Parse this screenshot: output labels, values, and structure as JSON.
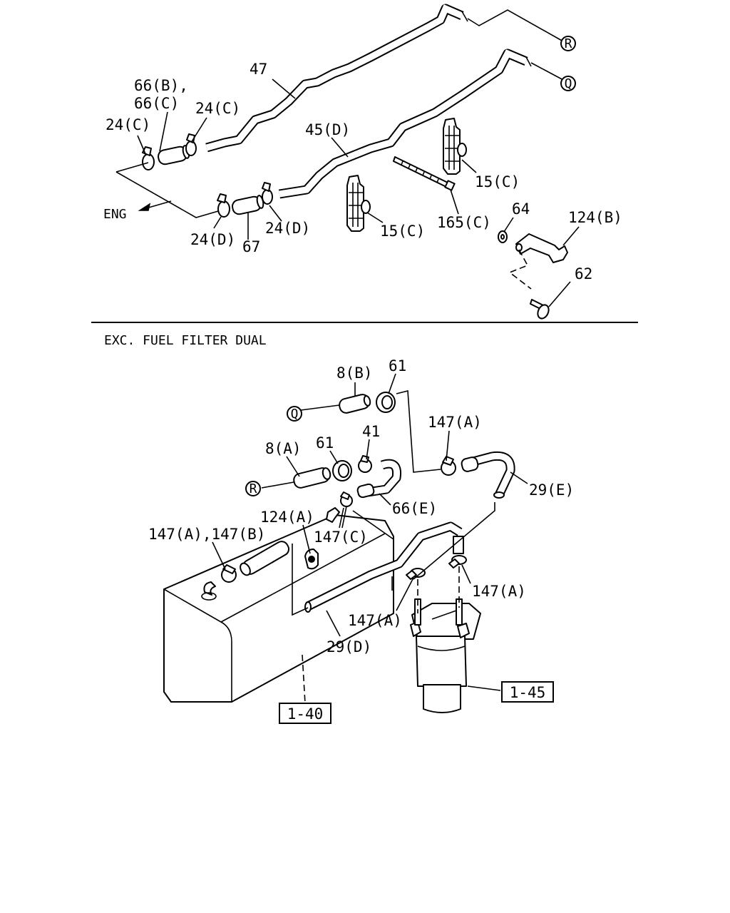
{
  "section_title": "EXC. FUEL FILTER DUAL",
  "top_labels": {
    "l_47": "47",
    "l_66bc_1": "66(B),",
    "l_66bc_2": "66(C)",
    "l_24c_a": "24(C)",
    "l_24c_b": "24(C)",
    "l_45d": "45(D)",
    "l_15c_a": "15(C)",
    "l_15c_b": "15(C)",
    "l_165c": "165(C)",
    "l_64": "64",
    "l_124b": "124(B)",
    "l_62": "62",
    "l_eng": "ENG",
    "l_24d_a": "24(D)",
    "l_24d_b": "24(D)",
    "l_67": "67",
    "marker_r": "R",
    "marker_q": "Q"
  },
  "bottom_labels": {
    "l_8b": "8(B)",
    "l_61a": "61",
    "l_8a": "8(A)",
    "l_61b": "61",
    "l_41": "41",
    "l_147a_top": "147(A)",
    "l_29e": "29(E)",
    "l_66e": "66(E)",
    "l_124a": "124(A)",
    "l_147ab": "147(A),147(B)",
    "l_147c": "147(C)",
    "l_147a_right": "147(A)",
    "l_147a_mid": "147(A)",
    "l_29d": "29(D)",
    "ref_140": "1-40",
    "ref_145": "1-45",
    "marker_q": "Q",
    "marker_r": "R"
  }
}
